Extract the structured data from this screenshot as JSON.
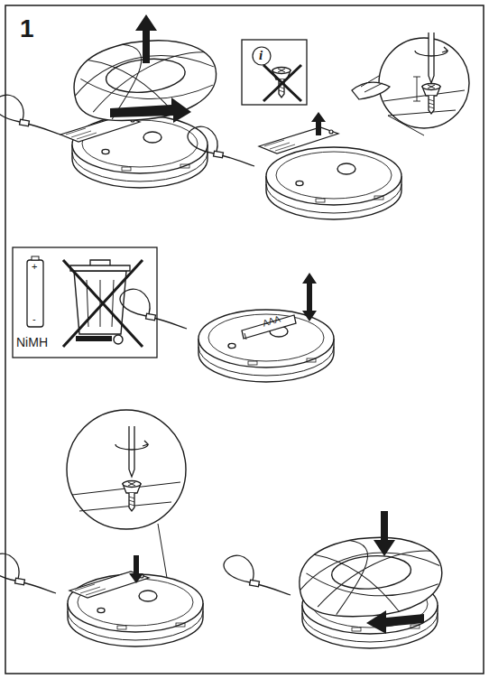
{
  "diagram": {
    "labels": [
      "1",
      "i",
      "NiMH",
      "AAA",
      "+",
      "-"
    ]
  }
}
